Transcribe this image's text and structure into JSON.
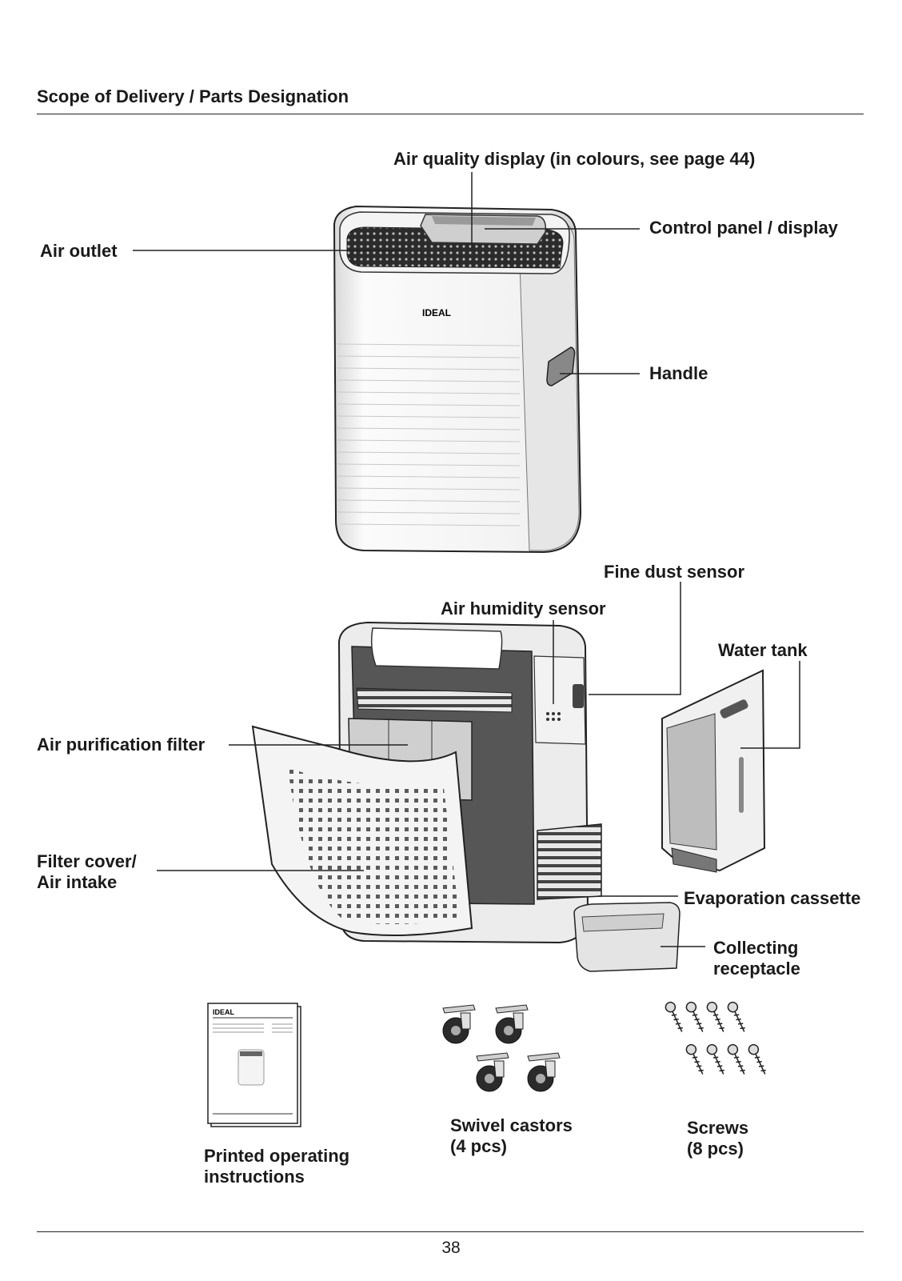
{
  "header": {
    "title": "Scope of Delivery / Parts Designation"
  },
  "labels": {
    "air_quality_display": "Air quality display (in colours, see page 44)",
    "control_panel": "Control panel / display",
    "air_outlet": "Air outlet",
    "handle": "Handle",
    "fine_dust_sensor": "Fine dust sensor",
    "air_humidity_sensor": "Air humidity sensor",
    "water_tank": "Water tank",
    "air_purification_filter": "Air purification filter",
    "filter_cover_line1": "Filter cover/",
    "filter_cover_line2": "Air intake",
    "evaporation_cassette": "Evaporation cassette",
    "collecting_line1": "Collecting",
    "collecting_line2": "receptacle"
  },
  "accessories": {
    "instructions_line1": "Printed operating",
    "instructions_line2": "instructions",
    "castors_line1": "Swivel castors",
    "castors_line2": "(4 pcs)",
    "screws_line1": "Screws",
    "screws_line2": "(8 pcs)"
  },
  "device": {
    "brand": "IDEAL"
  },
  "footer": {
    "page_number": "38"
  }
}
